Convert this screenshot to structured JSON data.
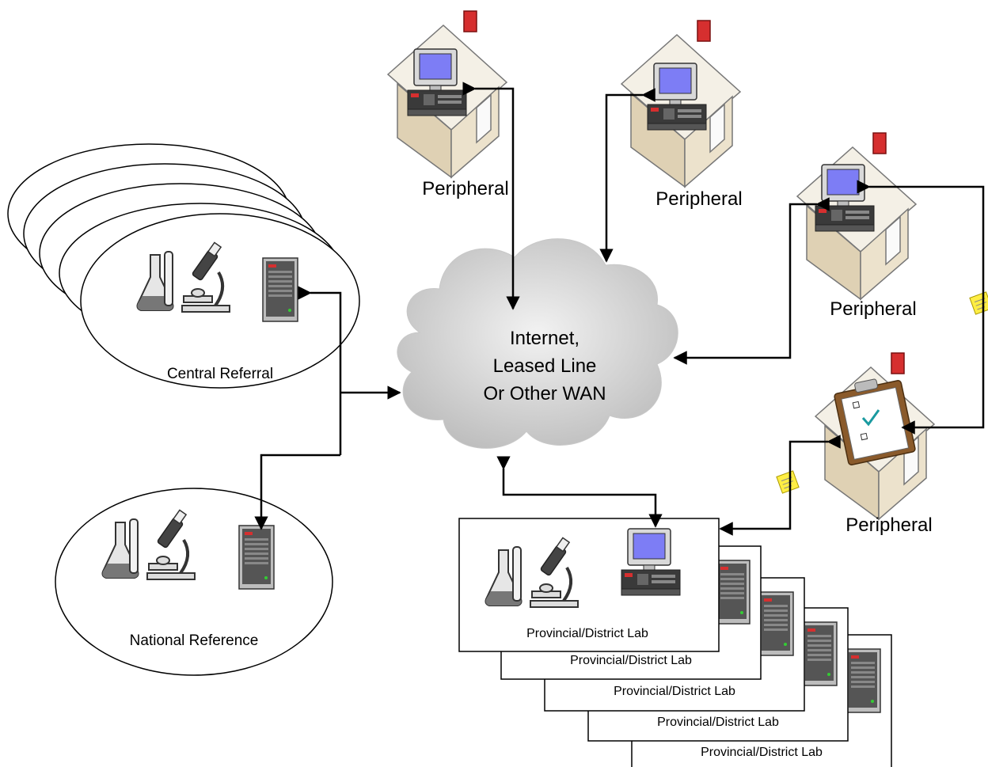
{
  "cloud": {
    "line1": "Internet,",
    "line2": "Leased Line",
    "line3": "Or Other WAN"
  },
  "peripherals": [
    "Peripheral",
    "Peripheral",
    "Peripheral",
    "Peripheral"
  ],
  "central_referral": "Central Referral",
  "national_reference": "National Reference",
  "labs": [
    "Provincial/District Lab",
    "Provincial/District Lab",
    "Provincial/District Lab",
    "Provincial/District Lab",
    "Provincial/District Lab"
  ],
  "colors": {
    "cloud": "#c9c9c9",
    "house_wall": "#e8dcc4",
    "house_roof": "#f4f0e6",
    "chimney": "#d62f2f",
    "monitor_screen": "#7d7df5",
    "sticky_note": "#ffee44"
  }
}
